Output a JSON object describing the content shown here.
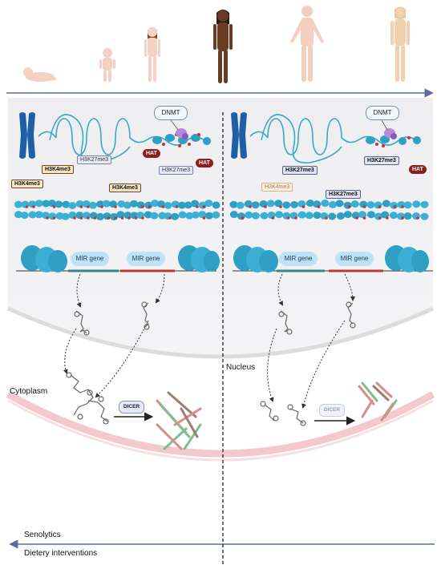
{
  "labels": {
    "nucleus": "Nucleus",
    "cytoplasm": "Cytoplasm",
    "senolytics": "Senolytics",
    "dietary": "Dietery interventions"
  },
  "enzymes": {
    "dnmt": "DNMT",
    "hat": "HAT",
    "dicer": "DICER",
    "mir_gene": "MIR gene"
  },
  "marks": {
    "h3k4me3": "H3K4me3",
    "h3k27me3": "H3K27me3"
  },
  "colors": {
    "timeline_arrow": "#5e6aa0",
    "dna": "#3aa8c8",
    "nucleosome": "#2f9fc4",
    "methyl": "#c0353a",
    "hat": "#8a1f1f",
    "membrane": "#f2c8cc",
    "nucleus_fill": "#f1f1f3"
  },
  "icons": [
    "baby-icon",
    "toddler-icon",
    "child-icon",
    "adult-woman-icon",
    "adult-man-icon",
    "elderly-woman-icon",
    "chromosome-icon",
    "mirna-hairpin-icon",
    "mirna-fragment-icon"
  ]
}
